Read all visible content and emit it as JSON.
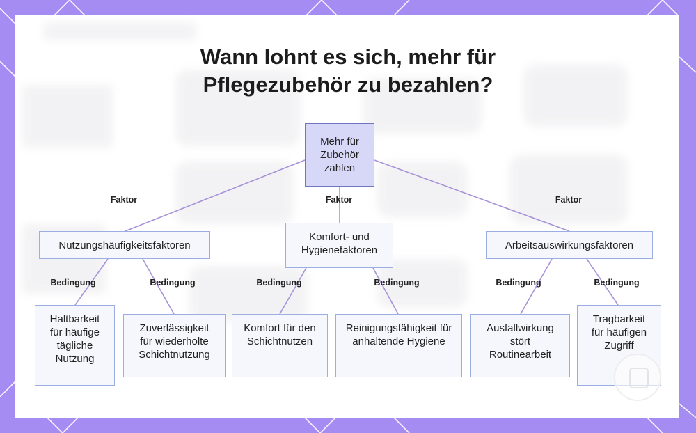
{
  "title": "Wann lohnt es sich, mehr für Pflegezubehör zu bezahlen?",
  "root": "Mehr für Zubehör zahlen",
  "factor_label": "Faktor",
  "condition_label": "Bedingung",
  "factors": [
    {
      "label": "Nutzungshäufigkeitsfaktoren",
      "conditions": [
        "Haltbarkeit für häufige tägliche Nutzung",
        "Zuverlässigkeit für wiederholte Schichtnutzung"
      ]
    },
    {
      "label": "Komfort- und Hygienefaktoren",
      "conditions": [
        "Komfort für den Schichtnutzen",
        "Reinigungsfähigkeit für anhaltende Hygiene"
      ]
    },
    {
      "label": "Arbeitsauswirkungsfaktoren",
      "conditions": [
        "Ausfallwirkung stört Routinearbeit",
        "Tragbarkeit für häufigen Zugriff"
      ]
    }
  ],
  "colors": {
    "frame": "#a48cf2",
    "edge": "#a792d9",
    "node_border": "#9aaee4",
    "root_fill": "#d7d8f7"
  }
}
